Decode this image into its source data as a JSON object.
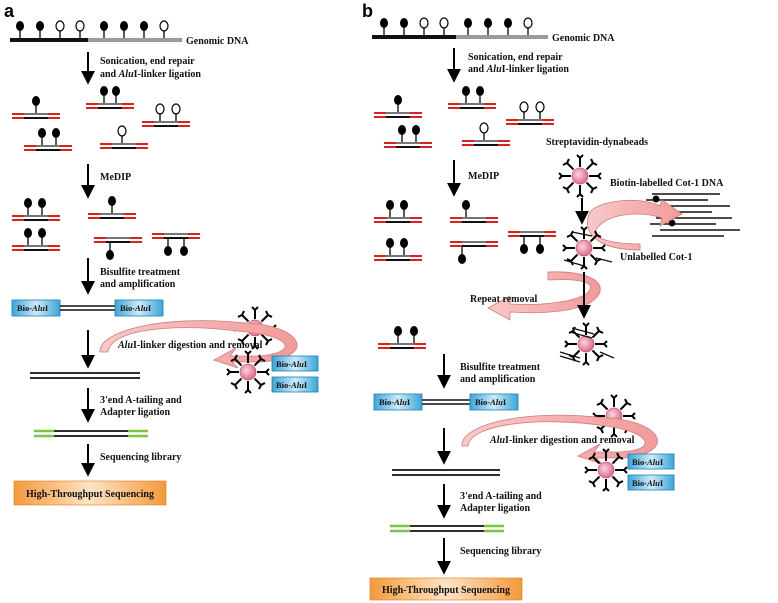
{
  "panels": {
    "a": {
      "letter": "a",
      "genomic_dna": "Genomic DNA",
      "step1_line1": "Sonication, end repair",
      "step1_line2a": "and ",
      "step1_line2b": "Alu",
      "step1_line2c": "I-linker ligation",
      "medip": "MeDIP",
      "bisulfite1": "Bisulfite treatment",
      "bisulfite2": "and amplification",
      "bio_alu_1a": "Bio-",
      "bio_alu_1b": "Alu",
      "bio_alu_1c": "I",
      "digestion_a": "Alu",
      "digestion_b": "I-linker digestion and removal",
      "tailing1": "3'end A-tailing and",
      "tailing2": "Adapter ligation",
      "library": "Sequencing library",
      "htp": "High-Throughput Sequencing"
    },
    "b": {
      "letter": "b",
      "genomic_dna": "Genomic DNA",
      "step1_line1": "Sonication, end repair",
      "step1_line2a": "and ",
      "step1_line2b": "Alu",
      "step1_line2c": "I-linker ligation",
      "streptavidin": "Streptavidin-dynabeads",
      "medip": "MeDIP",
      "biotin_cot": "Biotin-labelled Cot-1 DNA",
      "unlabelled_cot": "Unlabelled Cot-1",
      "repeat_removal": "Repeat removal",
      "bisulfite1": "Bisulfite treatment",
      "bisulfite2": "and amplification",
      "bio_alu_1a": "Bio-",
      "bio_alu_1b": "Alu",
      "bio_alu_1c": "I",
      "digestion_a": "Alu",
      "digestion_b": "I-linker digestion and removal",
      "tailing1": "3'end A-tailing and",
      "tailing2": "Adapter ligation",
      "library": "Sequencing library",
      "htp": "High-Throughput Sequencing"
    }
  },
  "colors": {
    "linker_red": "#d9221c",
    "strand_dark": "#111111",
    "strand_gray": "#9a9a9a",
    "adapter_green": "#7cc441",
    "box_blue": "#3aa6d9",
    "box_blue_light": "#cfeaf7",
    "bead_pink": "#e98aa6",
    "arrow_pink": "#f3b6b6",
    "htp_orange": "#f39a3a",
    "htp_orange_light": "#fde3c4"
  }
}
